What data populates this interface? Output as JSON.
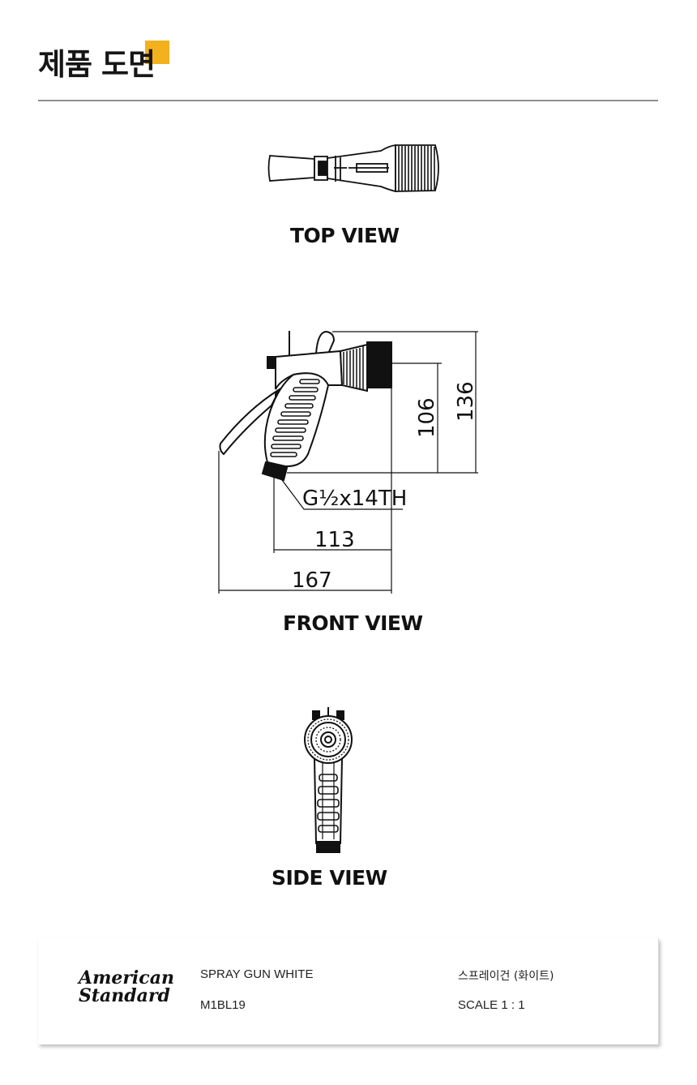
{
  "page": {
    "title": "제품 도면",
    "accent_color": "#f3b11d"
  },
  "views": {
    "top_label": "TOP VIEW",
    "front_label": "FRONT VIEW",
    "side_label": "SIDE VIEW"
  },
  "dimensions": {
    "height_inner": "106",
    "height_outer": "136",
    "thread": "G½x14TH",
    "width_inner": "113",
    "width_outer": "167"
  },
  "product": {
    "brand_line1": "American",
    "brand_line2": "Standard",
    "name_en": "SPRAY GUN WHITE",
    "code": "M1BL19",
    "name_ko": "스프레이건 (화이트)",
    "scale": "SCALE  1 : 1"
  }
}
